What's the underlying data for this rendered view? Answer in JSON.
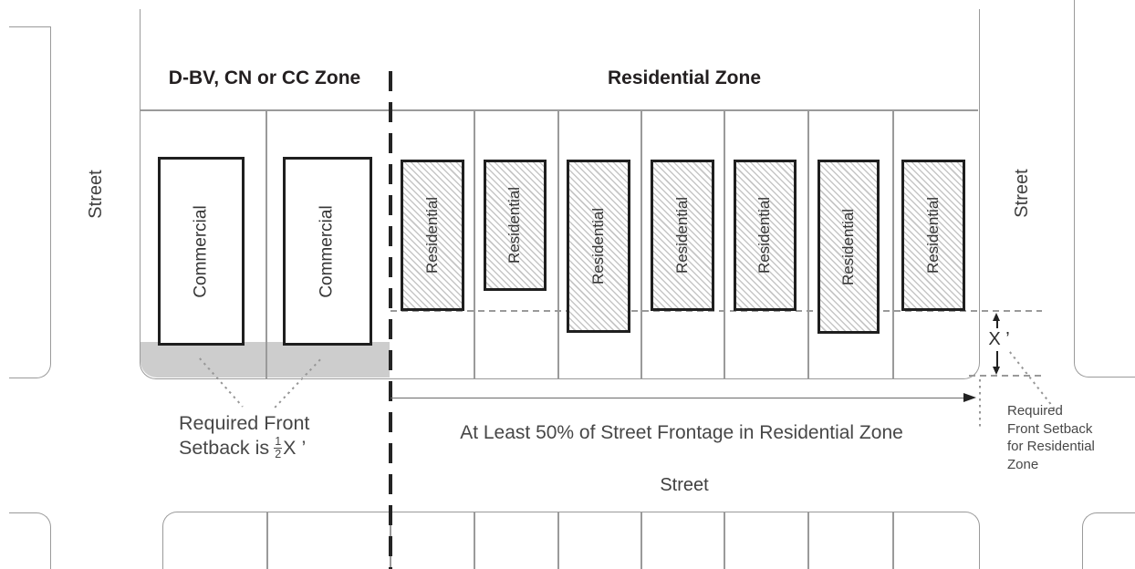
{
  "diagram": {
    "zones": {
      "commercial_title": "D-BV, CN or CC Zone",
      "residential_title": "Residential Zone"
    },
    "street_labels": {
      "left": "Street",
      "right": "Street",
      "bottom": "Street"
    },
    "buildings": {
      "commercial_label": "Commercial",
      "residential_label": "Residential",
      "commercial_count": "2",
      "residential_count": "7"
    },
    "annotations": {
      "frontage_note": "At Least 50% of Street Frontage in Residential Zone",
      "commercial_setback_line1": "Required Front",
      "commercial_setback_line2_prefix": "Setback is",
      "fraction_numerator": "1",
      "fraction_denominator": "2",
      "commercial_setback_line2_suffix": "X ’",
      "x_dimension_label": "X ’",
      "residential_setback_lines": [
        "Required",
        "Front Setback",
        "for Residential",
        "Zone"
      ]
    },
    "colors": {
      "line_gray": "#9a9a9a",
      "ink": "#231f20",
      "text_gray": "#474747",
      "setback_fill": "#cdcdcd",
      "building_border": "#1f1f1f"
    }
  }
}
